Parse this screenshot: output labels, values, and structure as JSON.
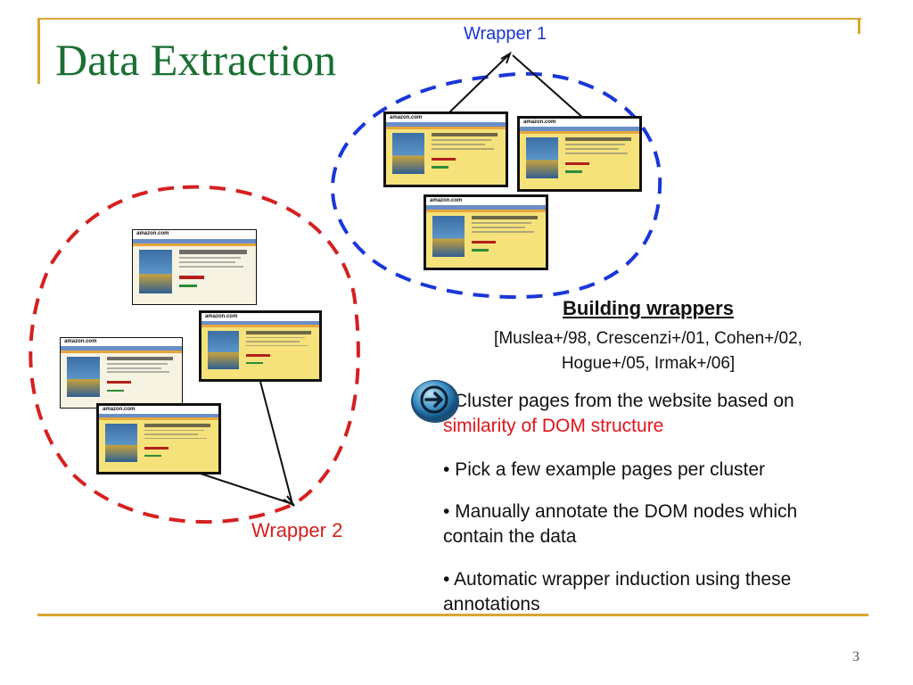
{
  "slide": {
    "title": "Data Extraction",
    "page_number": "3"
  },
  "diagram": {
    "wrapper1_label": "Wrapper 1",
    "wrapper2_label": "Wrapper 2",
    "wrapper1_color": "#1a36d9",
    "wrapper2_color": "#d62020",
    "thumbnail_logo": "amazon.com"
  },
  "content": {
    "heading": "Building wrappers",
    "citation_line1": "[Muslea+/98, Crescenzi+/01, Cohen+/02,",
    "citation_line2": "Hogue+/05, Irmak+/06]",
    "bullets": [
      {
        "text_before": "Cluster pages from the website based on ",
        "highlight": "similarity of DOM structure"
      },
      {
        "text": "• Pick a few example pages per cluster"
      },
      {
        "text": "• Manually annotate the DOM nodes which contain the data"
      },
      {
        "text": "• Automatic wrapper induction using these annotations"
      }
    ],
    "highlight_color": "#e3141b",
    "arrow_icon": "arrow-right-icon"
  }
}
